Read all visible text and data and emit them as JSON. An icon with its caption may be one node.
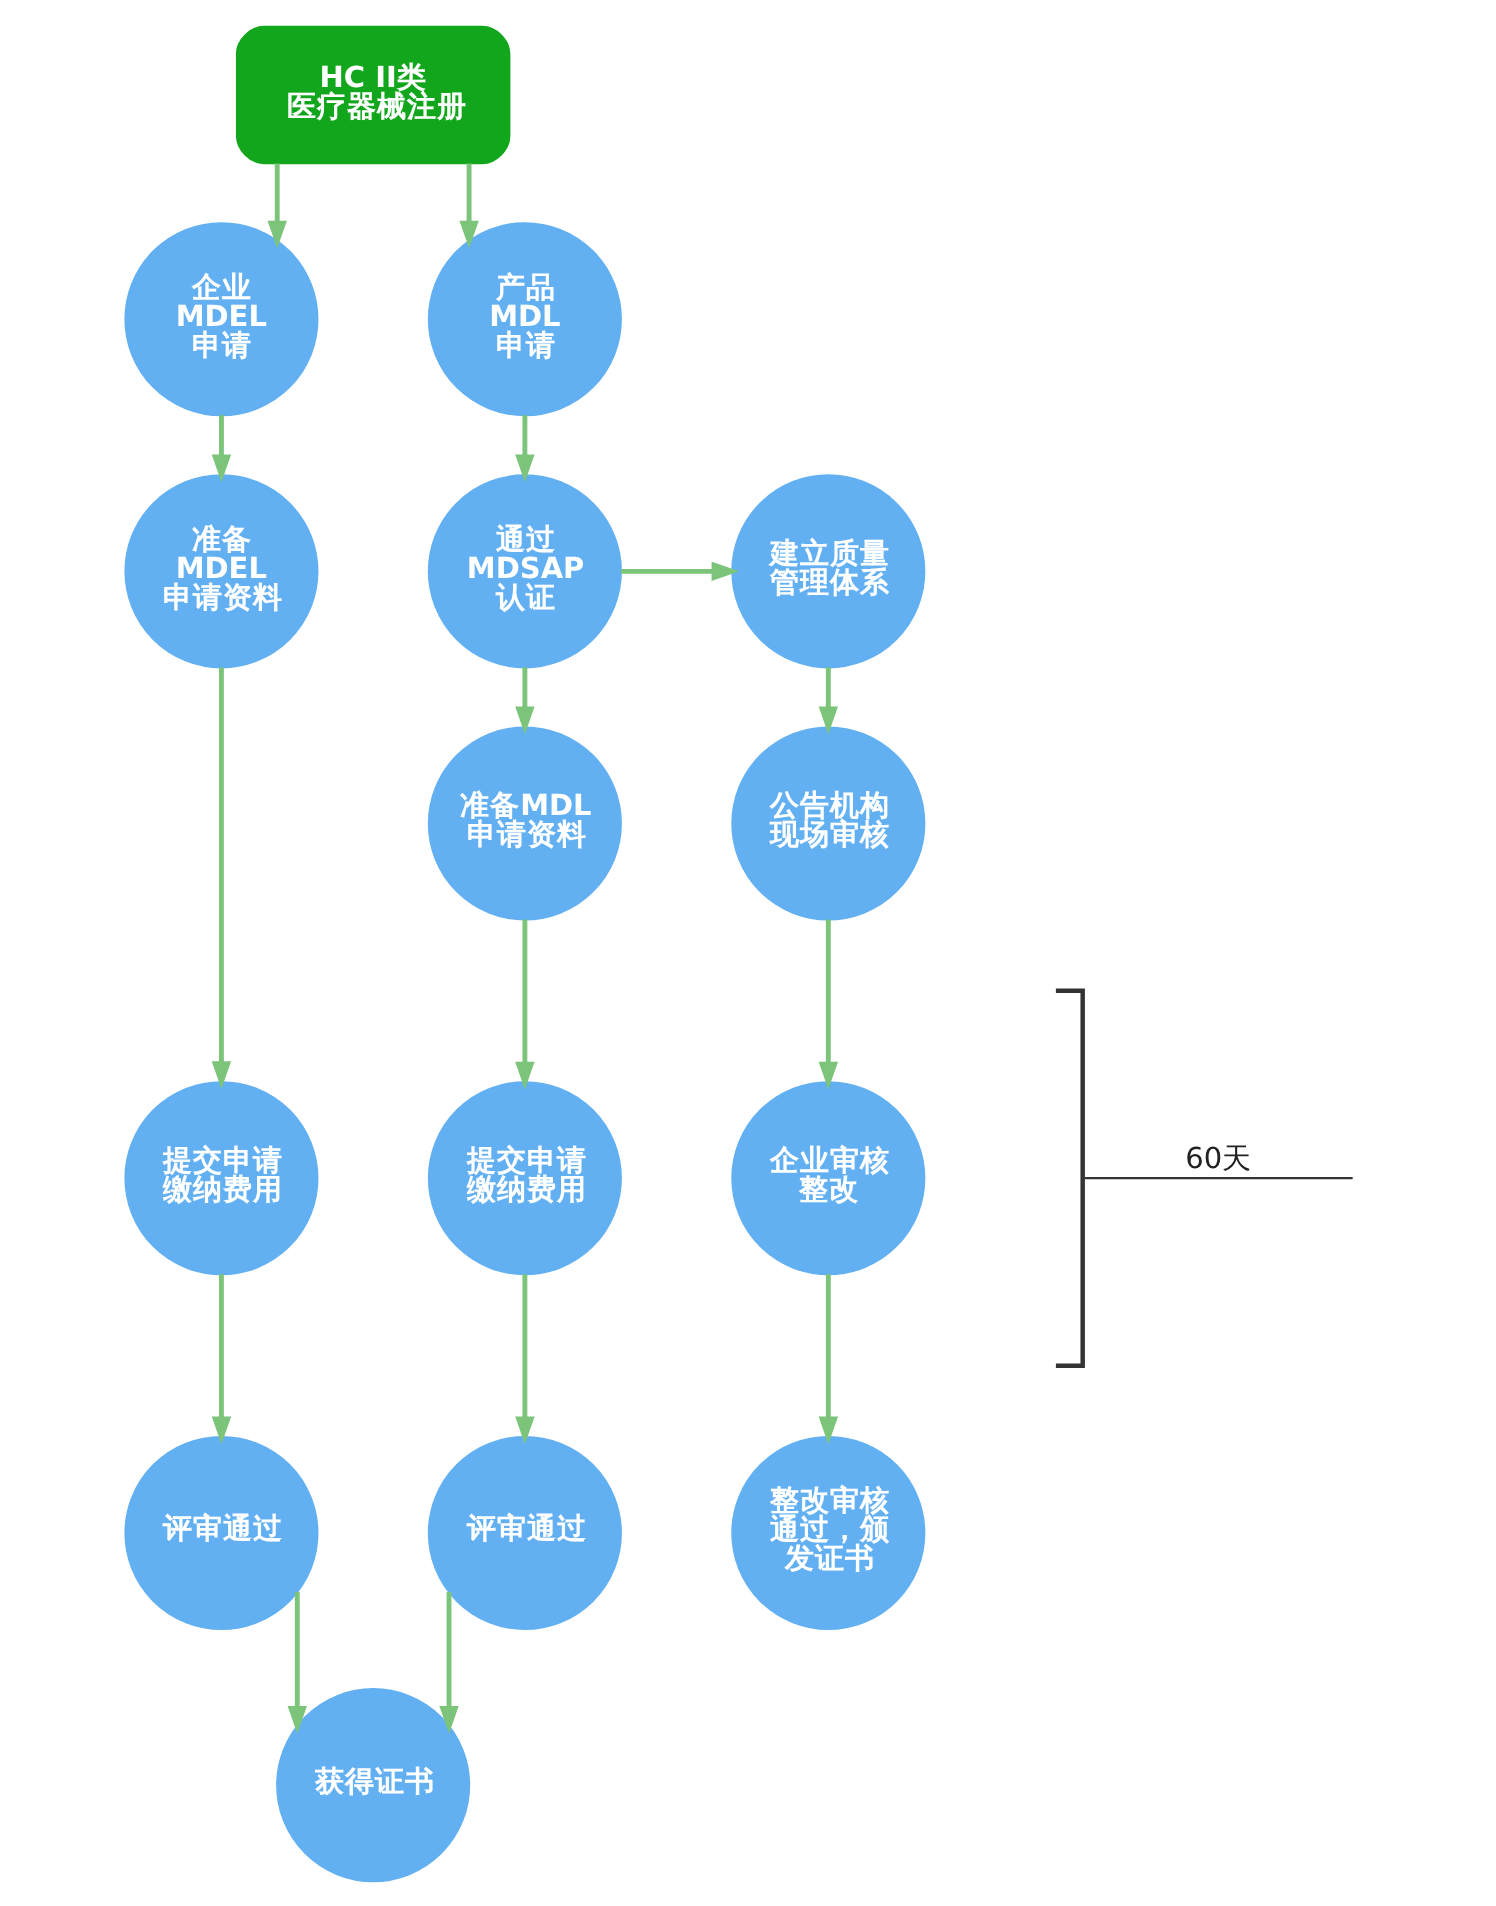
{
  "diagram": {
    "nodes": [
      {
        "text": [
          "HC II类医疗器械注册"
        ]
      },
      {
        "text": [
          "企业 MDEL 申请"
        ]
      },
      {
        "text": [
          "准备 MDEL 申请资料"
        ]
      },
      {
        "text": [
          "提交申请缴纳费用"
        ]
      },
      {
        "text": [
          "评审通过"
        ]
      },
      {
        "text": [
          "产品 MDL 申请"
        ]
      },
      {
        "text": [
          "通过 MDSAP 认证"
        ]
      },
      {
        "text": [
          "准备MDL申请资料"
        ]
      },
      {
        "text": [
          "提交申请缴纳费用"
        ]
      },
      {
        "text": [
          "评审通过"
        ]
      },
      {
        "text": [
          "建立质量管理体系"
        ]
      },
      {
        "text": [
          "公告机构现场审核"
        ]
      },
      {
        "text": [
          "企业审核整改"
        ]
      },
      {
        "text": [
          "整改审核通过，颁发证书"
        ]
      },
      {
        "text": [
          "获得证书"
        ]
      }
    ],
    "edges": [
      {
        "from": 0,
        "to": 1,
        "arrow": "to"
      },
      {
        "from": 0,
        "to": 5,
        "arrow": "to"
      },
      {
        "from": 1,
        "to": 2,
        "arrow": "to"
      },
      {
        "from": 2,
        "to": 3,
        "arrow": "to"
      },
      {
        "from": 3,
        "to": 4,
        "arrow": "to"
      },
      {
        "from": 5,
        "to": 6,
        "arrow": "to"
      },
      {
        "from": 6,
        "to": 7,
        "arrow": "to"
      },
      {
        "from": 6,
        "to": 10,
        "arrow": "to"
      },
      {
        "from": 7,
        "to": 8,
        "arrow": "to"
      },
      {
        "from": 8,
        "to": 9,
        "arrow": "to"
      },
      {
        "from": 10,
        "to": 11,
        "arrow": "to"
      },
      {
        "from": 11,
        "to": 12,
        "arrow": "to"
      },
      {
        "from": 12,
        "to": 13,
        "arrow": "to"
      },
      {
        "from": 4,
        "to": 14,
        "arrow": "to"
      },
      {
        "from": 9,
        "to": 14,
        "arrow": "to"
      }
    ],
    "labels": [
      "60天"
    ]
  }
}
